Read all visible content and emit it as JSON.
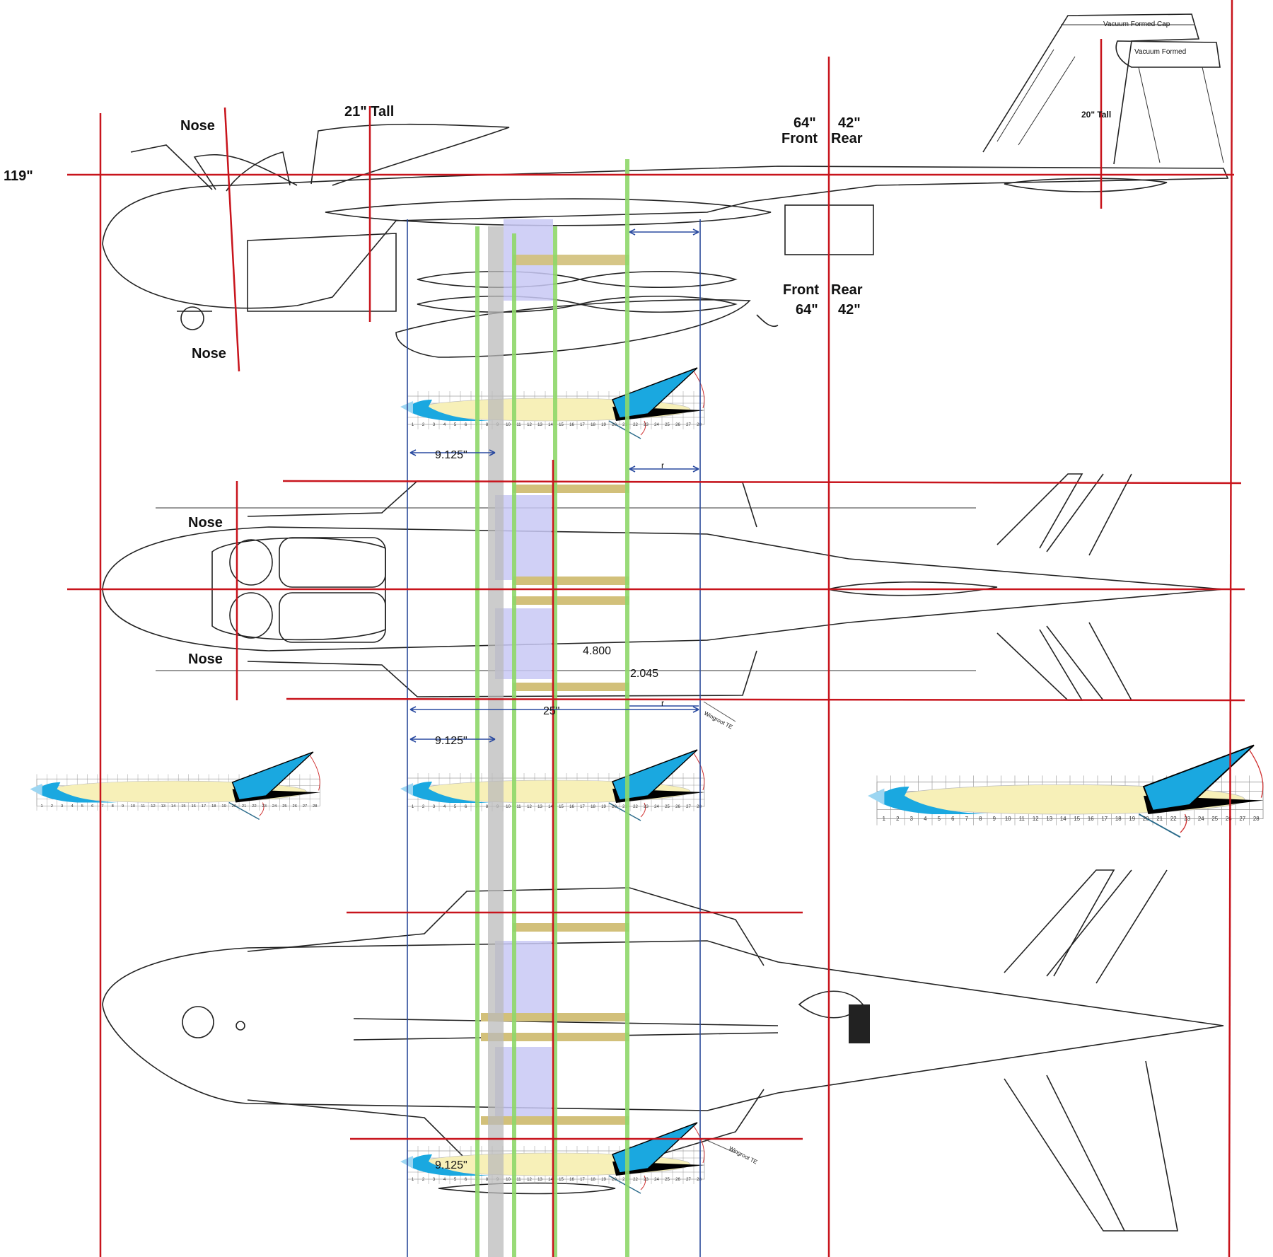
{
  "title_labels": {
    "height_119": "119\"",
    "nose_side_top": "Nose",
    "nose_side_bottom": "Nose",
    "tall_21": "21\" Tall",
    "tall_20": "20\" Tall",
    "front_64_top": "64\"",
    "rear_42_top": "42\"",
    "front_top": "Front",
    "rear_top": "Rear",
    "front_bottom": "Front",
    "rear_bottom": "Rear",
    "front_64_bottom": "64\"",
    "rear_42_bottom": "42\"",
    "vacuum_formed_cap": "Vacuum Formed Cap",
    "vacuum_formed": "Vacuum Formed"
  },
  "top_view": {
    "nose_upper": "Nose",
    "nose_lower": "Nose",
    "dim_4800": "4.800",
    "dim_2045": "2.045",
    "span_25": "25\"",
    "wingroot_te": "Wingroot TE",
    "r_label": "r"
  },
  "dimensions": {
    "offset_upper": "9.125\"",
    "offset_middle": "9.125\"",
    "offset_lower": "9.125\"",
    "r_label": "r",
    "wingroot_te_lower": "Wingroot TE"
  },
  "airfoil_ruler_ticks": [
    "1",
    "2",
    "3",
    "4",
    "5",
    "6",
    "7",
    "8",
    "9",
    "10",
    "11",
    "12",
    "13",
    "14",
    "15",
    "16",
    "17",
    "18",
    "19",
    "20",
    "21",
    "22",
    "23",
    "24",
    "25",
    "26",
    "27",
    "28"
  ],
  "colors": {
    "reference_line": "#c8141c",
    "blue_guide": "#2a4a9a",
    "green_guide": "#8fd86a",
    "airfoil_fill": "#f7f0b8",
    "flap_blue": "#1aa8e0",
    "spar_tan": "#d2c07a",
    "fuel_cell_lavender": "#c8c8f4"
  }
}
